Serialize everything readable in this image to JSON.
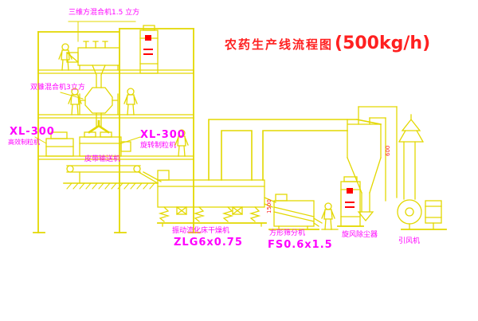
{
  "title": {
    "text": "农药生产线流程图",
    "capacity": "(500kg/h)"
  },
  "labels": {
    "top_mixer": "三维方混合机1.5 立方",
    "double_cone_mixer": "双锥混合机3立方",
    "granulator_left_model": "XL-300",
    "granulator_left_name": "高效制粒机",
    "granulator_model": "XL-300",
    "granulator_name": "旋转制粒机",
    "belt_conveyor": "皮带输送机",
    "dryer": "振动流化床干燥机",
    "dryer_model": "ZLG6x0.75",
    "sieve": "方形筛分机",
    "sieve_model": "FS0.6x1.5",
    "cyclone": "旋风除尘器",
    "fan": "引风机",
    "dim_dryer": "1500",
    "dim_cyclone": "600"
  },
  "colors": {
    "line": "#e3d800",
    "label": "#ff00ff",
    "title": "#ff2020",
    "accent": "#ff0000"
  }
}
